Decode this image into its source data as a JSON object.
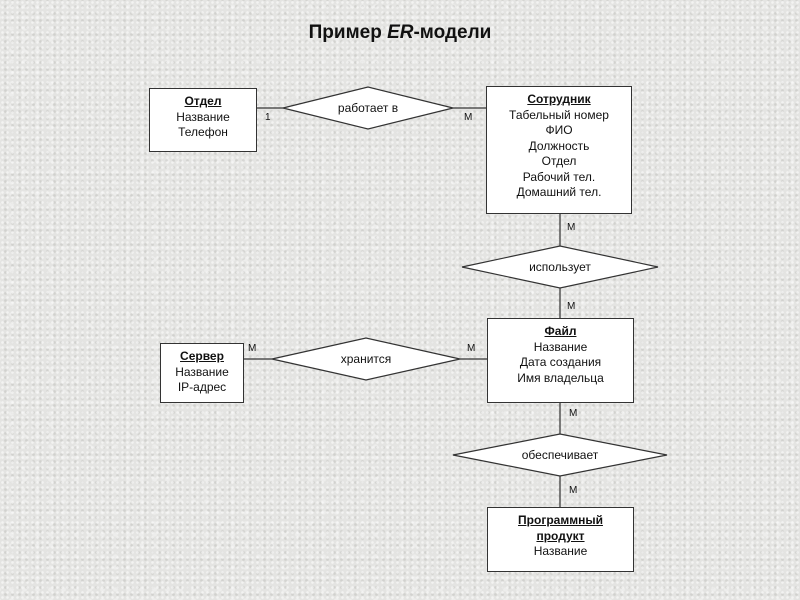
{
  "title": {
    "prefix": "Пример ",
    "em": "ER",
    "suffix": "-модели"
  },
  "entities": {
    "dept": {
      "name": "Отдел",
      "attrs": [
        "Название",
        "Телефон"
      ]
    },
    "employee": {
      "name": "Сотрудник",
      "attrs": [
        "Табельный номер",
        "ФИО",
        "Должность",
        "Отдел",
        "Рабочий тел.",
        "Домашний тел."
      ]
    },
    "server": {
      "name": "Сервер",
      "attrs": [
        "Название",
        "IP-адрес"
      ]
    },
    "file": {
      "name": "Файл",
      "attrs": [
        "Название",
        "Дата создания",
        "Имя владельца"
      ]
    },
    "product": {
      "name": "Программный продукт",
      "attrs": [
        "Название"
      ]
    }
  },
  "relationships": {
    "works": "работает в",
    "uses": "использует",
    "stored": "хранится",
    "provides": "обеспечивает"
  },
  "cardinalities": {
    "works_dept": "1",
    "works_emp": "M",
    "uses_emp": "M",
    "uses_file": "M",
    "stored_server": "M",
    "stored_file": "M",
    "provides_file": "M",
    "provides_product": "M"
  }
}
